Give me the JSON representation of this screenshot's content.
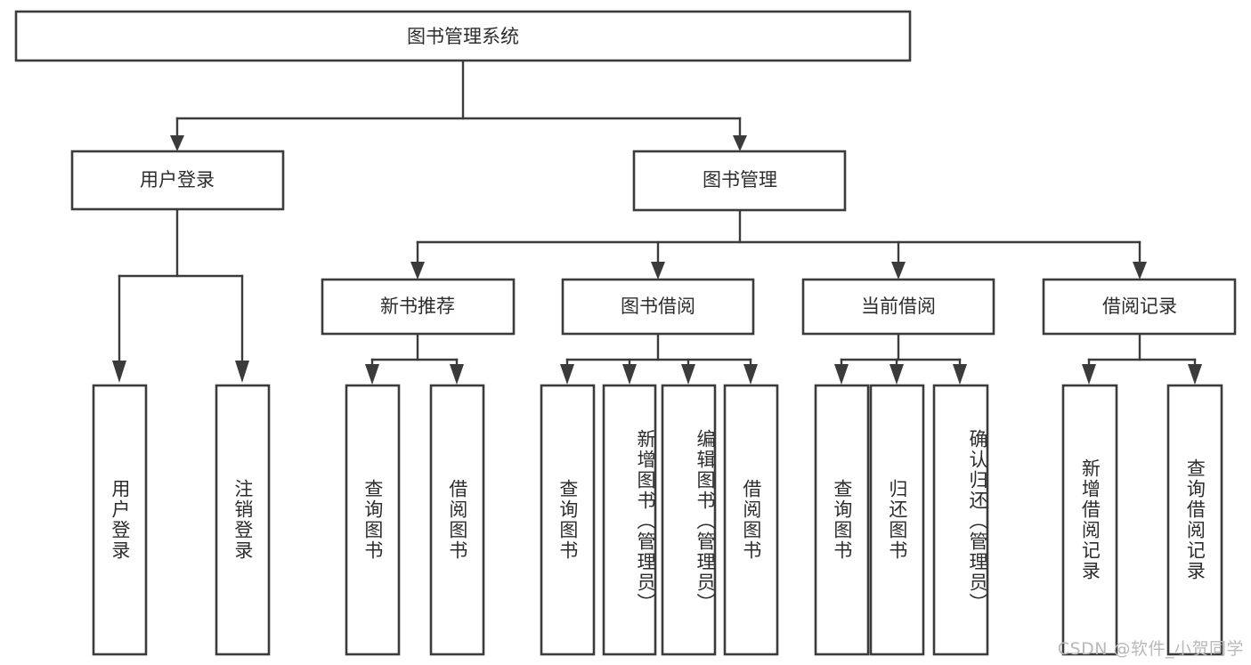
{
  "diagram": {
    "title": "图书管理系统",
    "type": "tree",
    "watermark": "CSDN @软件_小贺同学",
    "colors": {
      "stroke": "#3b3b3b",
      "fill": "#ffffff",
      "text": "#2d2d2d",
      "watermark": "#b9b9b9",
      "background": "#ffffff"
    },
    "levels": {
      "root": {
        "label": "图书管理系统"
      },
      "level2": [
        {
          "label": "用户登录"
        },
        {
          "label": "图书管理"
        }
      ],
      "level3": [
        {
          "label": "新书推荐"
        },
        {
          "label": "图书借阅"
        },
        {
          "label": "当前借阅"
        },
        {
          "label": "借阅记录"
        }
      ],
      "leaves": [
        {
          "label": "用户登录",
          "parent": "用户登录"
        },
        {
          "label": "注销登录",
          "parent": "用户登录"
        },
        {
          "label": "查询图书",
          "parent": "新书推荐"
        },
        {
          "label": "借阅图书",
          "parent": "新书推荐"
        },
        {
          "label": "查询图书",
          "parent": "图书借阅"
        },
        {
          "label": "新增图书（管理员）",
          "parent": "图书借阅"
        },
        {
          "label": "编辑图书（管理员）",
          "parent": "图书借阅"
        },
        {
          "label": "借阅图书",
          "parent": "图书借阅"
        },
        {
          "label": "查询图书",
          "parent": "当前借阅"
        },
        {
          "label": "归还图书",
          "parent": "当前借阅"
        },
        {
          "label": "确认归还（管理员）",
          "parent": "当前借阅"
        },
        {
          "label": "新增借阅记录",
          "parent": "借阅记录"
        },
        {
          "label": "查询借阅记录",
          "parent": "借阅记录"
        }
      ]
    }
  }
}
